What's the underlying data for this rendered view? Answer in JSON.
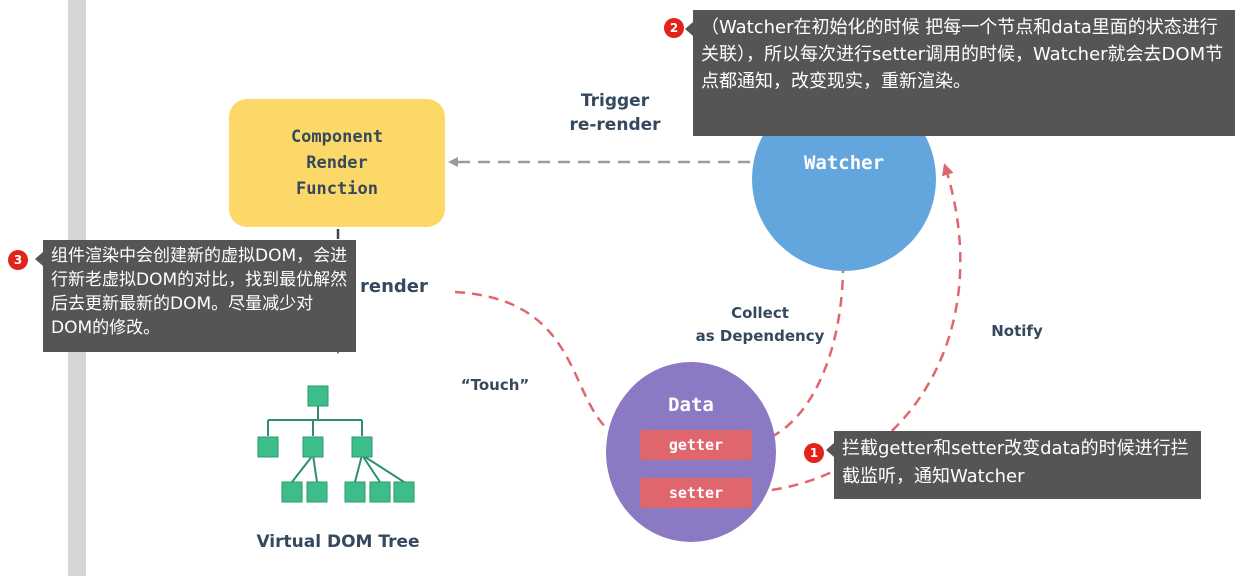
{
  "component": {
    "line1": "Component",
    "line2": "Render",
    "line3": "Function"
  },
  "watcher": {
    "label": "Watcher"
  },
  "data_node": {
    "label": "Data",
    "getter": "getter",
    "setter": "setter"
  },
  "labels": {
    "trigger_line1": "Trigger",
    "trigger_line2": "re-render",
    "render": "render",
    "touch": "“Touch”",
    "collect_line1": "Collect",
    "collect_line2": "as Dependency",
    "notify": "Notify",
    "vdom_tree": "Virtual DOM Tree"
  },
  "annotations": [
    {
      "number": "1",
      "text": "拦截getter和setter改变data的时候进行拦截监听，通知Watcher"
    },
    {
      "number": "2",
      "text": "（Watcher在初始化的时候 把每一个节点和data里面的状态进行关联），所以每次进行setter调用的时候，Watcher就会去DOM节点都通知，改变现实，重新渲染。"
    },
    {
      "number": "3",
      "text": "组件渲染中会创建新的虚拟DOM，会进行新老虚拟DOM的对比，找到最优解然后去更新最新的DOM。尽量减少对DOM的修改。"
    }
  ],
  "colors": {
    "component": "#fcd868",
    "watcher": "#62a6dd",
    "data": "#8b79c3",
    "accessor": "#e0666d",
    "tree": "#3dbd8a",
    "note_bg": "#555555",
    "badge": "#e2231a"
  }
}
